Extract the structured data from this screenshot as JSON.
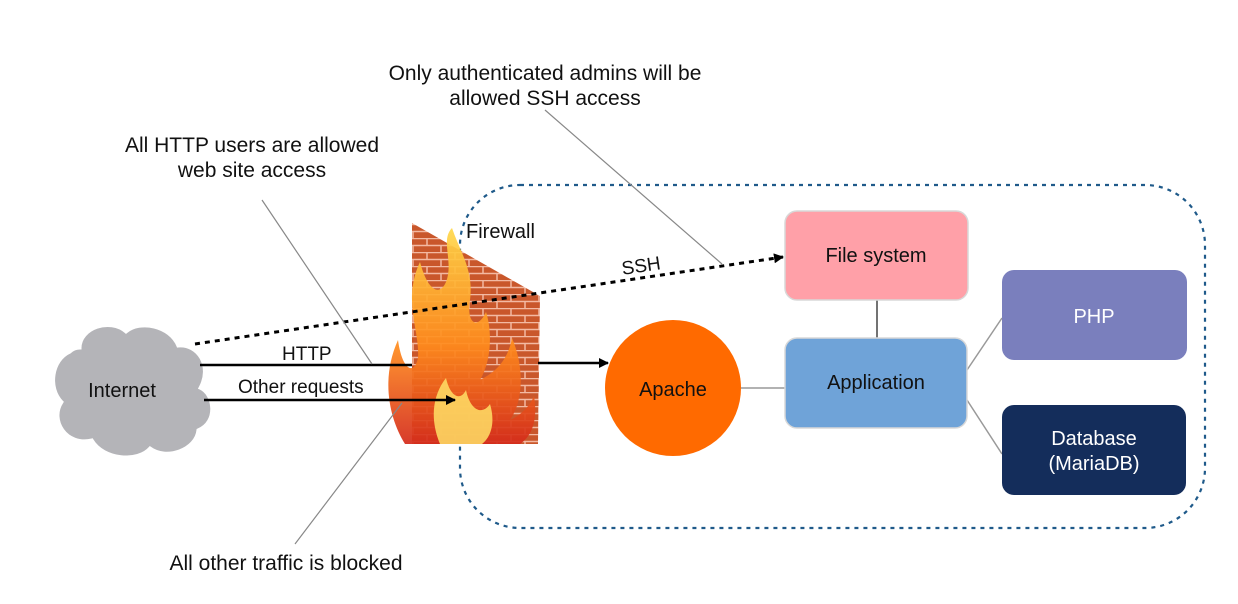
{
  "diagram": {
    "annotations": {
      "ssh_admins_line1": "Only authenticated admins will be",
      "ssh_admins_line2": "allowed SSH access",
      "http_users_line1": "All HTTP users are allowed",
      "http_users_line2": "web site access",
      "blocked": "All other traffic is blocked"
    },
    "nodes": {
      "internet": "Internet",
      "firewall": "Firewall",
      "apache": "Apache",
      "file_system": "File system",
      "application": "Application",
      "php": "PHP",
      "database_line1": "Database",
      "database_line2": "(MariaDB)"
    },
    "edges": {
      "ssh": "SSH",
      "http": "HTTP",
      "other": "Other requests"
    },
    "colors": {
      "cloud": "#b4b4b8",
      "apache": "#ff6a00",
      "file_system": "#ffa0a8",
      "application": "#6fa3d8",
      "php": "#7a7fbd",
      "database": "#142d5b",
      "boundary": "#1f5a8a",
      "brick": "#c0502a"
    }
  }
}
